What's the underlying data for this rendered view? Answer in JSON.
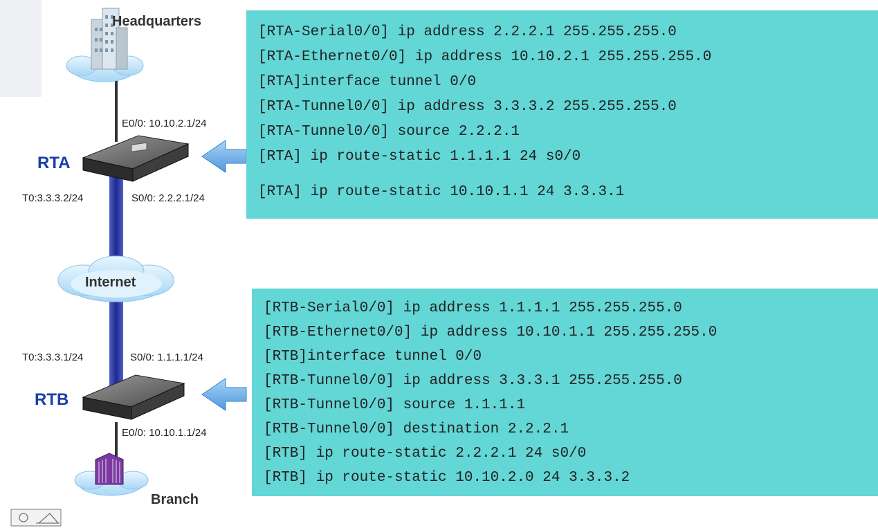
{
  "sites": {
    "hq": "Headquarters",
    "branch": "Branch",
    "internet": "Internet"
  },
  "routers": {
    "rta": {
      "name": "RTA",
      "e0": "E0/0: 10.10.2.1/24",
      "t0": "T0:3.3.3.2/24",
      "s0": "S0/0: 2.2.2.1/24"
    },
    "rtb": {
      "name": "RTB",
      "e0": "E0/0: 10.10.1.1/24",
      "t0": "T0:3.3.3.1/24",
      "s0": "S0/0: 1.1.1.1/24"
    }
  },
  "config_rta": [
    "[RTA-Serial0/0] ip address 2.2.2.1 255.255.255.0",
    "[RTA-Ethernet0/0] ip address 10.10.2.1 255.255.255.0",
    "[RTA]interface tunnel 0/0",
    "[RTA-Tunnel0/0] ip address 3.3.3.2 255.255.255.0",
    "[RTA-Tunnel0/0] source 2.2.2.1",
    "[RTA] ip route-static 1.1.1.1 24 s0/0",
    "[RTA] ip route-static 10.10.1.1 24 3.3.3.1"
  ],
  "config_rtb": [
    "[RTB-Serial0/0] ip address 1.1.1.1 255.255.255.0",
    "[RTB-Ethernet0/0] ip address 10.10.1.1 255.255.255.0",
    "[RTB]interface tunnel 0/0",
    "[RTB-Tunnel0/0] ip address 3.3.3.1 255.255.255.0",
    "[RTB-Tunnel0/0] source 1.1.1.1",
    "[RTB-Tunnel0/0] destination 2.2.2.1",
    "[RTB] ip route-static 2.2.2.1 24 s0/0",
    "[RTB] ip route-static 10.10.2.0 24 3.3.3.2"
  ],
  "colors": {
    "panel": "#63d6d6",
    "router_label": "#1a3fa8",
    "tunnel": "#1c2a8c",
    "arrow": "#6fb1e8"
  }
}
